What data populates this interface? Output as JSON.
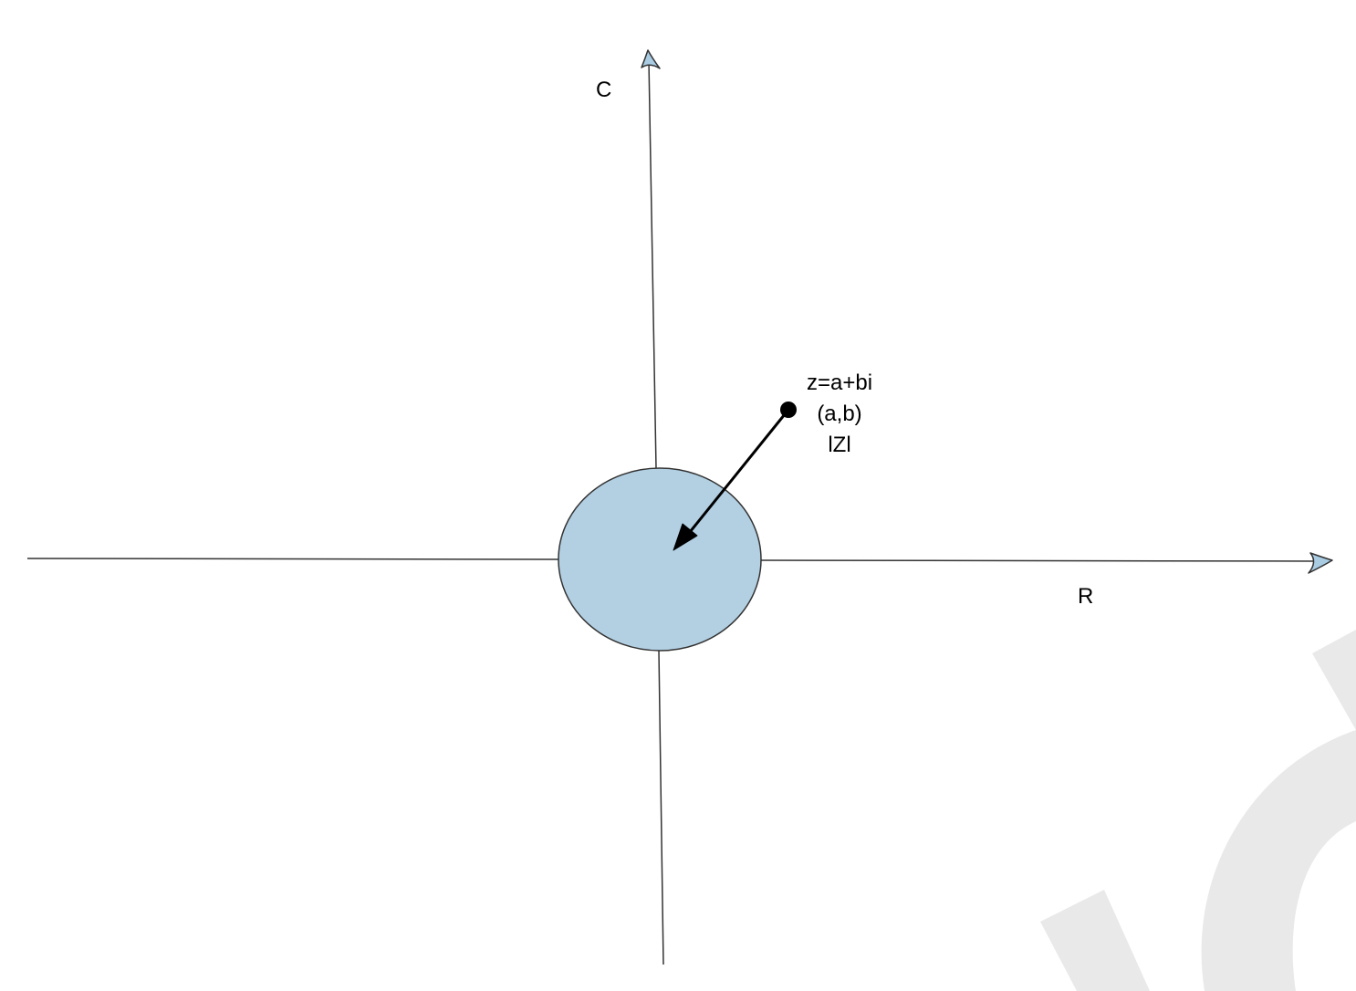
{
  "diagram": {
    "vertical_axis_label": "C",
    "horizontal_axis_label": "R",
    "point_labels": [
      "z=a+bi",
      "(a,b)",
      "lZl"
    ]
  },
  "colors": {
    "circle_fill": "#b3d0e3",
    "arrowhead_fill": "#a9cce3",
    "line": "#333333",
    "point": "#000000",
    "watermark": "#e8e8e8"
  }
}
